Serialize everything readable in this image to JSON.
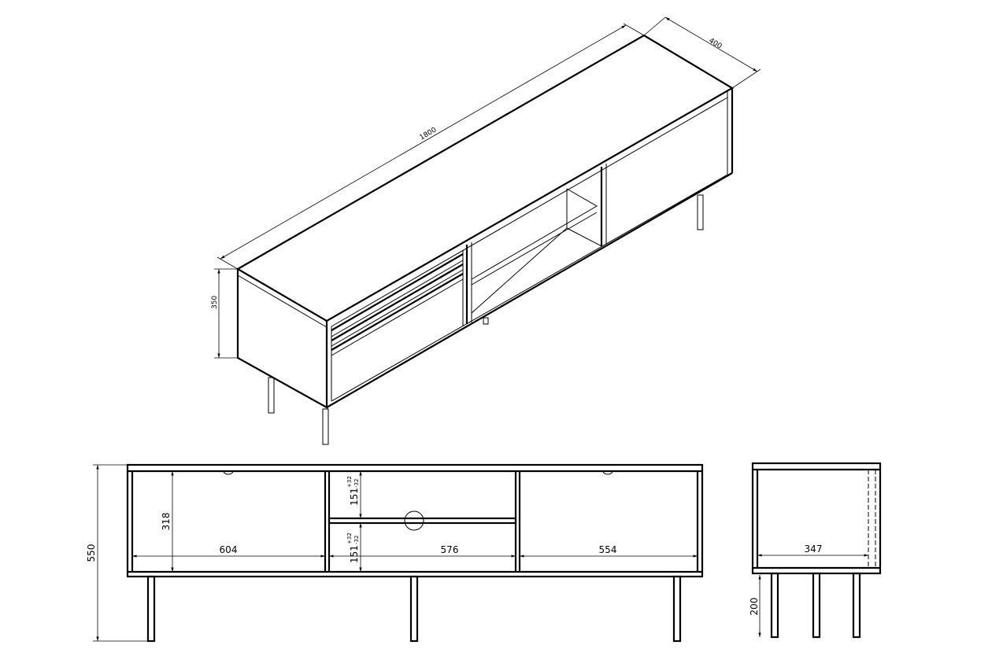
{
  "isometric": {
    "length_label": "1800",
    "depth_label": "400",
    "height_label": "350"
  },
  "front_view": {
    "total_height_label": "550",
    "inner_height_label": "318",
    "left_width_label": "604",
    "middle_width_label": "576",
    "right_width_label": "554",
    "upper_shelf_label": "151",
    "upper_shelf_tol_plus": "+32",
    "upper_shelf_tol_minus": "-32",
    "lower_shelf_label": "151",
    "lower_shelf_tol_plus": "+32",
    "lower_shelf_tol_minus": "-32"
  },
  "side_view": {
    "inner_depth_label": "347",
    "leg_height_label": "200"
  }
}
